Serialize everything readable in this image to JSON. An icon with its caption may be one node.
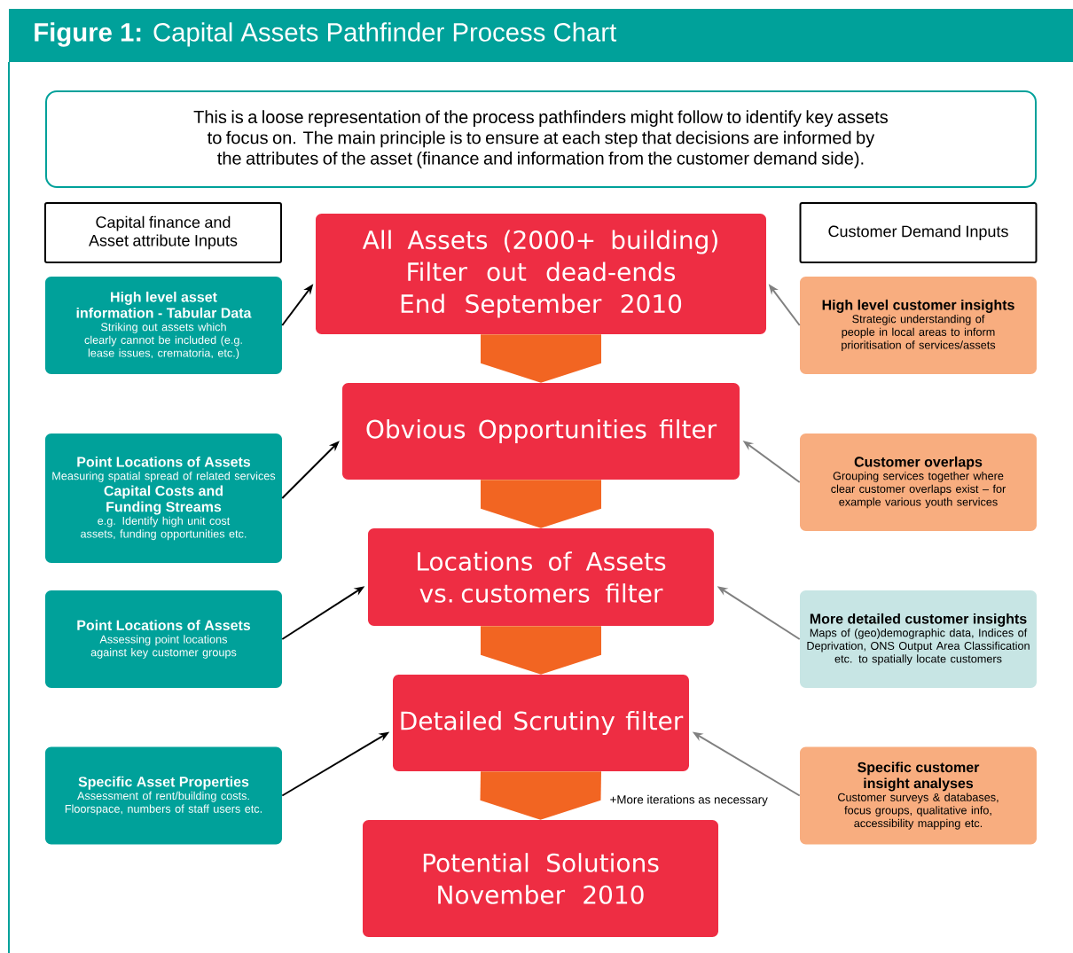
{
  "diagram": {
    "title": "**Figure 1:** Capital Assets Pathfinder Process Chart",
    "nodes": [
      {
        "text": [
          "This is a loose representation of the process pathfinders might follow to identify key assets to focus on. The main principle is to ensure at each step that decisions are informed by the attributes of the asset (finance and information from the customer demand side)."
        ]
      },
      {
        "text": [
          "Capital finance and Asset attribute Inputs"
        ]
      },
      {
        "text": [
          "Customer Demand Inputs"
        ]
      },
      {
        "text": [
          "All Assets (2000+ building)",
          "Filter out dead-ends",
          "End September 2010"
        ]
      },
      {
        "text": [
          "Obvious Opportunities filter"
        ]
      },
      {
        "text": [
          "Locations of Assets vs. customers filter"
        ]
      },
      {
        "text": [
          "Detailed Scrutiny filter"
        ]
      },
      {
        "text": [
          "Potential Solutions",
          "November 2010"
        ]
      },
      {
        "text": [
          "High level asset information - Tabular Data",
          "Striking out assets which clearly cannot be included (e.g. lease issues, crematoria, etc.)"
        ]
      },
      {
        "text": [
          "Point Locations of Assets",
          "Measuring spatial spread of related services",
          "Capital Costs and Funding Streams",
          "e.g. Identify high unit cost assets, funding opportunities etc."
        ]
      },
      {
        "text": [
          "Point Locations of Assets",
          "Assessing point locations against key customer groups"
        ]
      },
      {
        "text": [
          "Specific Asset Properties",
          "Assessment of rent/building costs. Floorspace, numbers of staff users etc."
        ]
      },
      {
        "text": [
          "High level customer insights",
          "Strategic understanding of people in local areas to inform prioritisation of services/assets"
        ]
      },
      {
        "text": [
          "Customer overlaps",
          "Grouping services together where clear customer overlaps exist – for example various youth services"
        ]
      },
      {
        "text": [
          "More detailed customer insights",
          "Maps of (geo)demographic data, Indices of Deprivation, ONS Output Area Classification etc. to spatially locate customers"
        ]
      },
      {
        "text": [
          "Specific customer insight analyses",
          "Customer surveys & databases, focus groups, qualitative info, accessibility mapping etc."
        ]
      }
    ],
    "edges": [
      {
        "from": 3,
        "to": 4,
        "arrow": "to",
        "style": "thick",
        "color": "#f26522"
      },
      {
        "from": 4,
        "to": 5,
        "arrow": "to",
        "style": "thick",
        "color": "#f26522"
      },
      {
        "from": 5,
        "to": 6,
        "arrow": "to",
        "style": "thick",
        "color": "#f26522"
      },
      {
        "from": 6,
        "to": 7,
        "arrow": "to",
        "style": "thick",
        "color": "#f26522"
      },
      {
        "from": 8,
        "to": 3,
        "arrow": "to",
        "color": "#000000"
      },
      {
        "from": 9,
        "to": 4,
        "arrow": "to",
        "color": "#000000"
      },
      {
        "from": 10,
        "to": 5,
        "arrow": "to",
        "color": "#000000"
      },
      {
        "from": 11,
        "to": 6,
        "arrow": "to",
        "color": "#000000"
      },
      {
        "from": 12,
        "to": 3,
        "arrow": "to",
        "color": "#808080"
      },
      {
        "from": 13,
        "to": 4,
        "arrow": "to",
        "color": "#808080"
      },
      {
        "from": 14,
        "to": 5,
        "arrow": "to",
        "color": "#808080"
      },
      {
        "from": 15,
        "to": 6,
        "arrow": "to",
        "color": "#808080"
      }
    ],
    "labels": [
      "+More iterations as necessary"
    ]
  }
}
